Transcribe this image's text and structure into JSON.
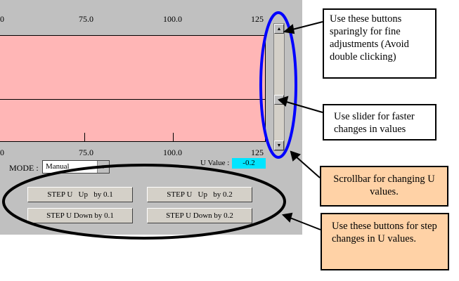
{
  "axis_top": {
    "ticks": [
      "0",
      "75.0",
      "100.0",
      "125"
    ]
  },
  "axis_bottom": {
    "ticks": [
      "0",
      "75.0",
      "100.0",
      "125"
    ]
  },
  "mode": {
    "label": "MODE :",
    "value": "Manual"
  },
  "u_value": {
    "label": "U Value :",
    "value": "-0.2"
  },
  "buttons": {
    "step_up_01": "STEP U   Up   by 0.1",
    "step_up_02": "STEP U   Up   by 0.2",
    "step_down_01": "STEP U Down by 0.1",
    "step_down_02": "STEP U Down by 0.2"
  },
  "callouts": {
    "buttons_note": "Use these buttons sparingly for fine adjustments (Avoid double clicking)",
    "slider_note": "Use slider for faster changes in values",
    "scrollbar_note": "Scrollbar for changing U values.",
    "step_note": "Use these buttons for step changes in U values."
  },
  "colors": {
    "plot_bg": "#ffb6b6",
    "u_value_bg": "#00e5ff",
    "callout_orange": "#ffd2a6",
    "highlight_blue": "#0000ff"
  }
}
